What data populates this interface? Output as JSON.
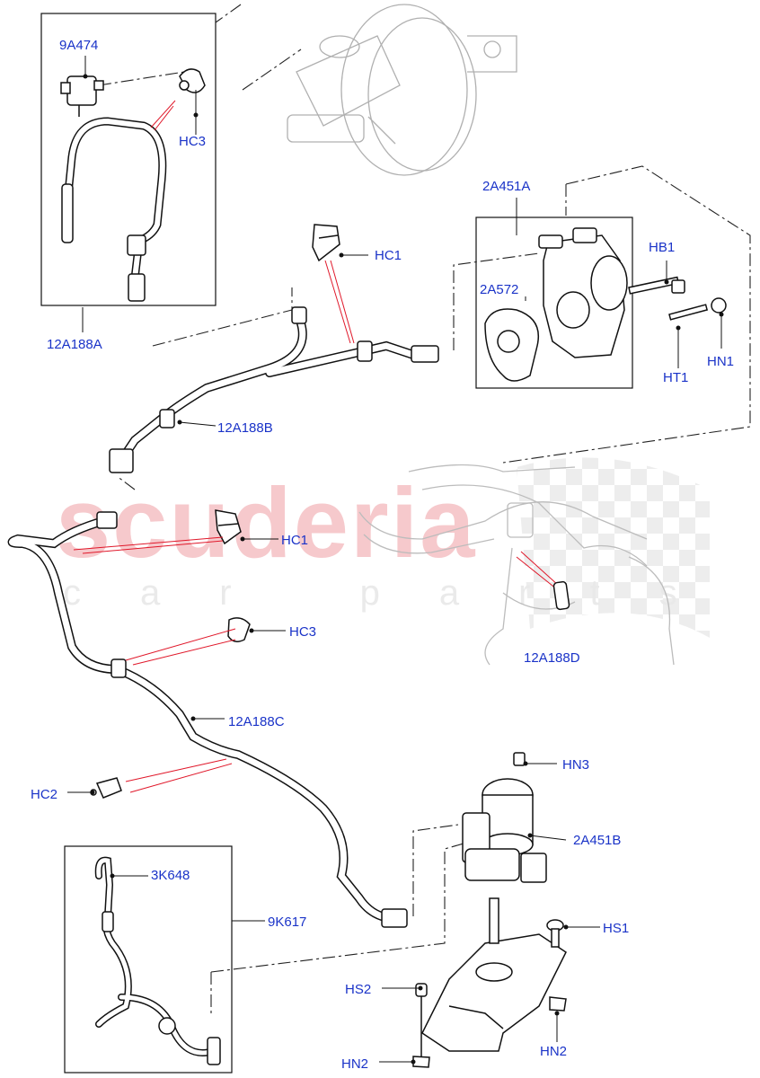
{
  "watermark": {
    "brand": "scuderia",
    "tagline": "car parts"
  },
  "labels": {
    "p_9A474": "9A474",
    "p_HC3_top": "HC3",
    "p_12A188A": "12A188A",
    "p_2A451A": "2A451A",
    "p_HB1": "HB1",
    "p_2A572": "2A572",
    "p_HC1_top": "HC1",
    "p_HN1": "HN1",
    "p_HT1": "HT1",
    "p_12A188B": "12A188B",
    "p_HC1_mid": "HC1",
    "p_HC3_mid": "HC3",
    "p_12A188D": "12A188D",
    "p_12A188C": "12A188C",
    "p_HC2": "HC2",
    "p_HN3": "HN3",
    "p_2A451B": "2A451B",
    "p_3K648": "3K648",
    "p_9K617": "9K617",
    "p_HS1": "HS1",
    "p_HS2": "HS2",
    "p_HN2_left": "HN2",
    "p_HN2_right": "HN2"
  },
  "colors": {
    "label": "#1a33c8",
    "line": "#111111",
    "red_leader": "#e0182a",
    "ghost": "#bdbdbd",
    "watermark": "#f6c9cc"
  }
}
